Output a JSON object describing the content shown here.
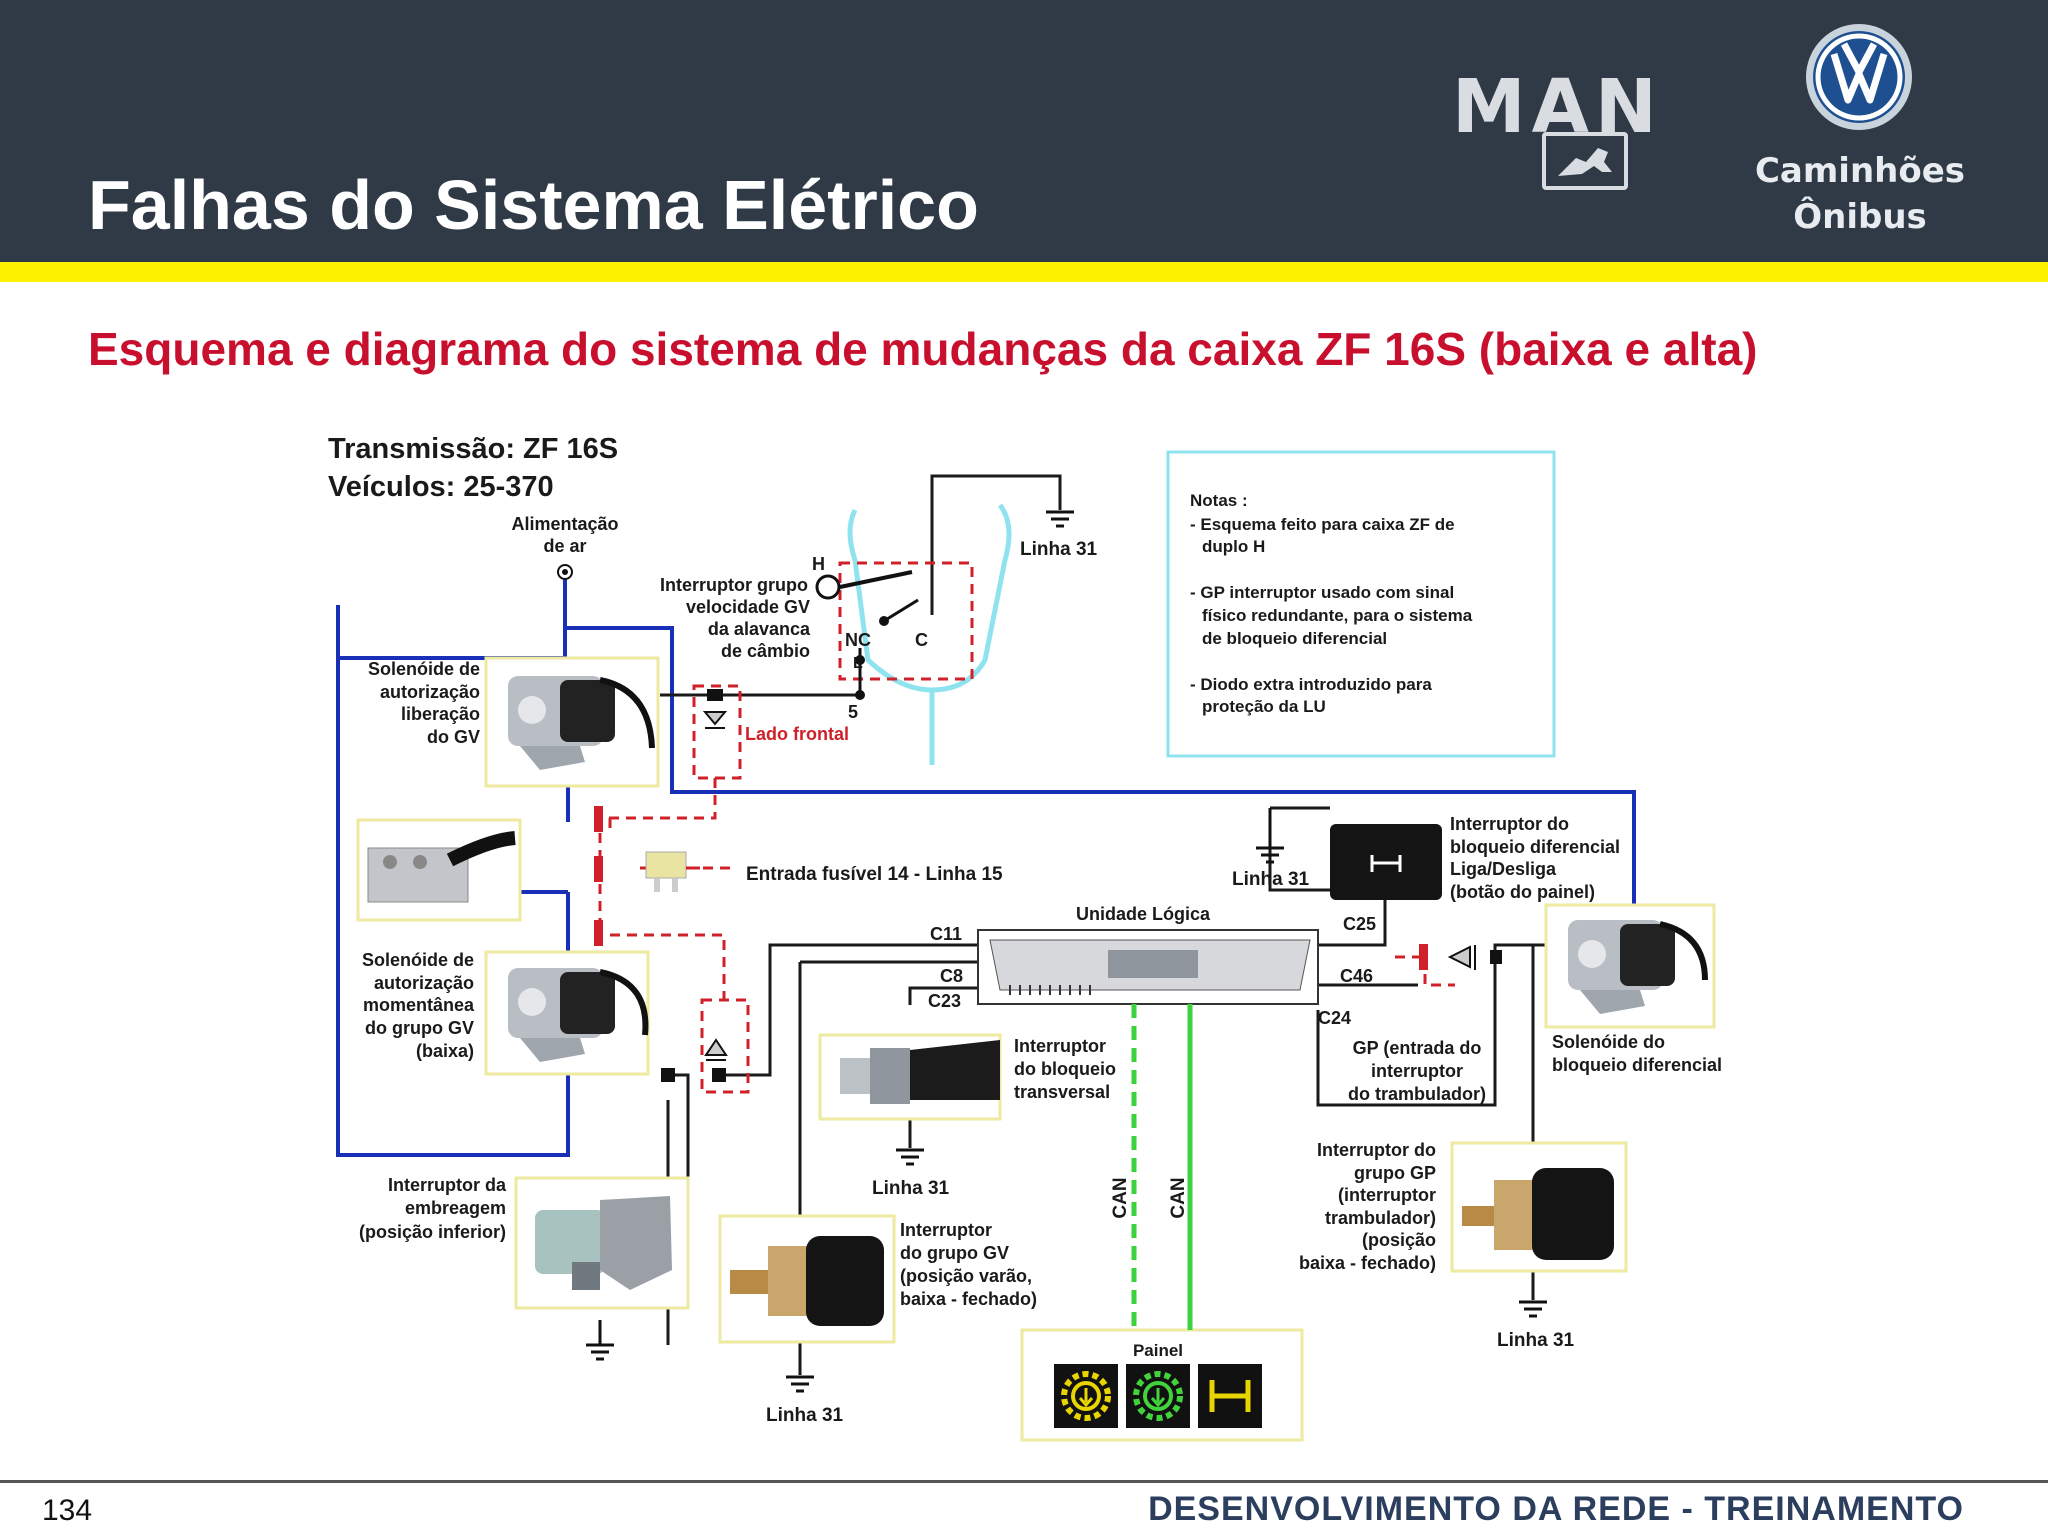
{
  "header": {
    "title": "Falhas do Sistema Elétrico",
    "logo_man": "MAN",
    "logo_vw_line1": "Caminhões",
    "logo_vw_line2": "Ônibus"
  },
  "subtitle": "Esquema e diagrama do sistema de mudanças da caixa ZF 16S (baixa e alta)",
  "diagram": {
    "transmissao": "Transmissão: ZF 16S",
    "veiculos": "Veículos: 25-370",
    "alimentacao_1": "Alimentação",
    "alimentacao_2": "de ar",
    "linha31": "Linha 31",
    "interruptor_gv": [
      "Interruptor grupo",
      "velocidade GV",
      "da alavanca",
      "de câmbio"
    ],
    "label_h": "H",
    "label_nc": "NC",
    "label_c": "C",
    "label_l": "L",
    "label_5": "5",
    "lado_frontal": "Lado frontal",
    "solenoide_liberacao": [
      "Solenóide de",
      "autorização",
      "liberação",
      "do GV"
    ],
    "solenoide_momentanea": [
      "Solenóide de",
      "autorização",
      "momentânea",
      "do grupo GV",
      "(baixa)"
    ],
    "entrada_fusivel": "Entrada fusível 14 - Linha 15",
    "notas": [
      "Notas :",
      "- Esquema feito para caixa ZF de",
      "duplo H",
      "- GP interruptor usado com sinal",
      "físico redundante,  para o sistema",
      "de bloqueio diferencial",
      "- Diodo extra introduzido para",
      "proteção da LU"
    ],
    "interruptor_bloqueio_dif": [
      "Interruptor do",
      "bloqueio diferencial",
      "Liga/Desliga",
      "(botão do painel)"
    ],
    "unidade_logica": "Unidade Lógica",
    "c11": "C11",
    "c8": "C8",
    "c23": "C23",
    "c25": "C25",
    "c46": "C46",
    "c24": "C24",
    "gp_entrada": [
      "GP (entrada do",
      "interruptor",
      "do trambulador)"
    ],
    "solenoide_diferencial": [
      "Solenóide do",
      "bloqueio diferencial"
    ],
    "interruptor_transversal": [
      "Interruptor",
      "do bloqueio",
      "transversal"
    ],
    "interruptor_embreagem": [
      "Interruptor da",
      "embreagem",
      "(posição inferior)"
    ],
    "interruptor_grupo_gv": [
      "Interruptor",
      "do grupo GV",
      "(posição varão,",
      "baixa - fechado)"
    ],
    "interruptor_grupo_gp": [
      "Interruptor do",
      "grupo GP",
      "(interruptor",
      "trambulador)",
      "(posição",
      "baixa - fechado)"
    ],
    "can": "CAN",
    "painel": "Painel"
  },
  "colors": {
    "header_bg": "#2f3a46",
    "accent_yellow": "#fff200",
    "title_red": "#c8102e",
    "wire_blue": "#1a2fb8",
    "wire_red_dashed": "#d0202a",
    "can_green": "#3cd23c",
    "lever_cyan": "#8fe3ef",
    "box_yellow": "#eeeaa0"
  },
  "footer": {
    "page_number": "134",
    "text": "DESENVOLVIMENTO DA REDE - TREINAMENTO"
  }
}
